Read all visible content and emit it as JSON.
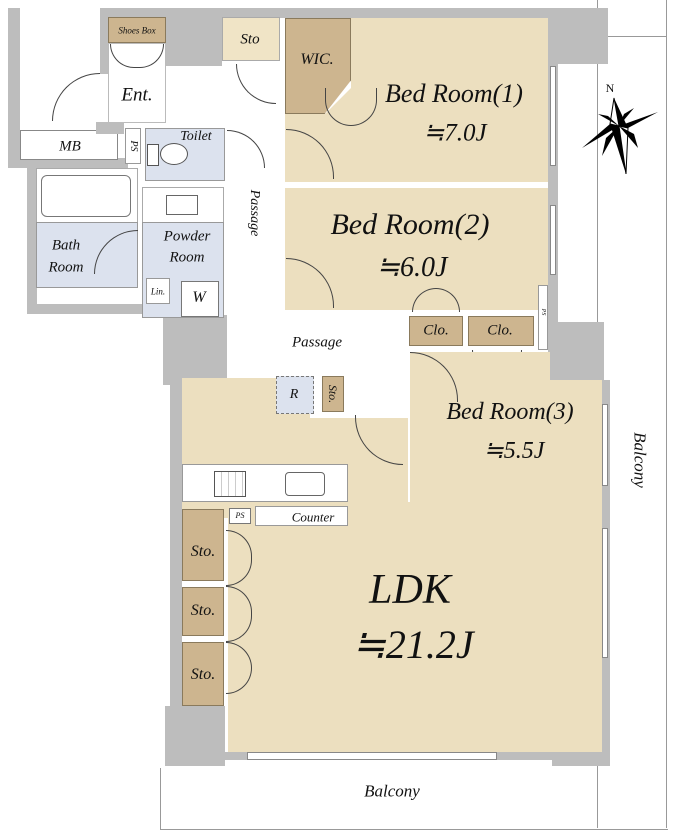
{
  "plan": {
    "type": "apartment floor plan",
    "compass": {
      "label": "N"
    },
    "colors": {
      "floor": "#ecdfbf",
      "storage": "#cdb58f",
      "wall": "#bdbdbd",
      "wet_area": "#dce2ee"
    },
    "rooms": {
      "shoes_box": "Shoes Box",
      "sto_top": "Sto",
      "wic": "WIC.",
      "entrance": "Ent.",
      "mb": "MB",
      "ps_top": "PS",
      "toilet": "Toilet",
      "passage_vertical": "Passage",
      "bath_line1": "Bath",
      "bath_line2": "Room",
      "powder_line1": "Powder",
      "powder_line2": "Room",
      "lin": "Lin.",
      "washer": "W",
      "bed1_name": "Bed Room(1)",
      "bed1_size": "≒7.0J",
      "bed2_name": "Bed Room(2)",
      "bed2_size": "≒6.0J",
      "clo1": "Clo.",
      "clo2": "Clo.",
      "ps_right": "PS",
      "passage_horizontal": "Passage",
      "refrigerator": "R",
      "sto_small": "Sto.",
      "bed3_name": "Bed Room(3)",
      "bed3_size": "≒5.5J",
      "ps_kitchen": "PS",
      "counter": "Counter",
      "sto1": "Sto.",
      "sto2": "Sto.",
      "sto3": "Sto.",
      "ldk_name": "LDK",
      "ldk_size": "≒21.2J",
      "balcony_east": "Balcony",
      "balcony_south": "Balcony"
    }
  }
}
